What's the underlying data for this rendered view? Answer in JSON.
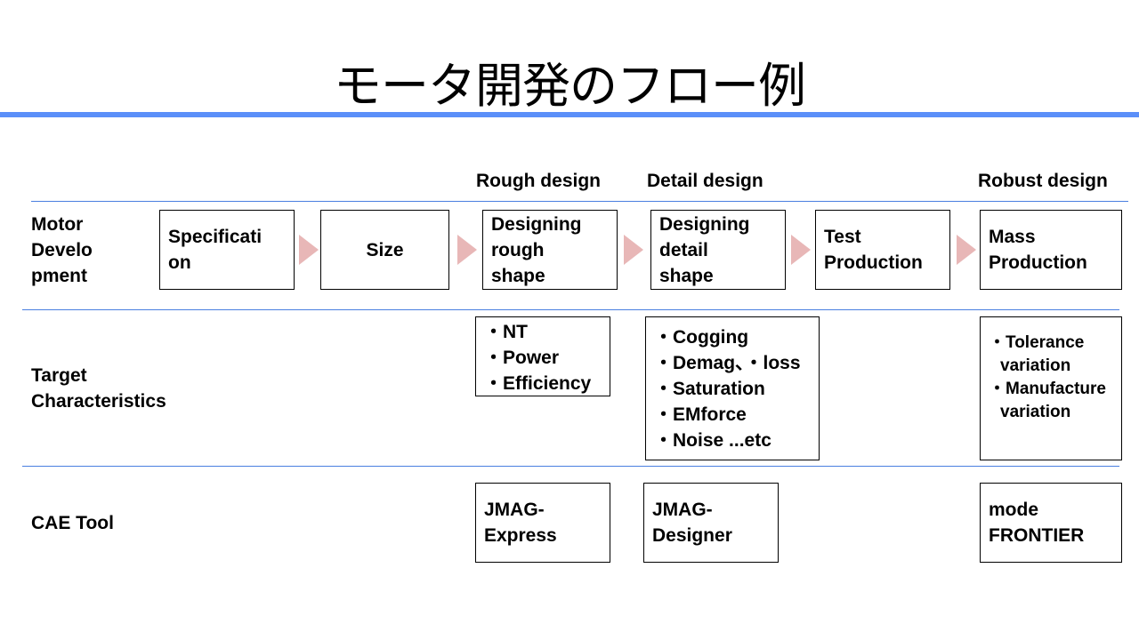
{
  "title": "モータ開発のフロー例",
  "stages": {
    "rough": "Rough design",
    "detail": "Detail design",
    "robust": "Robust design"
  },
  "rows": {
    "motor_development": [
      "Motor",
      "Develo",
      "pment"
    ],
    "target_characteristics": [
      "Target",
      "Characteristics"
    ],
    "cae_tool": "CAE Tool"
  },
  "flow": [
    [
      "Specificati",
      "on"
    ],
    [
      "Size"
    ],
    [
      "Designing",
      "rough",
      "shape"
    ],
    [
      "Designing",
      "detail",
      "shape"
    ],
    [
      "Test",
      "Production"
    ],
    [
      "Mass",
      "Production"
    ]
  ],
  "characteristics": {
    "rough": [
      "・NT",
      "・Power",
      "・Efficiency"
    ],
    "detail": [
      "・Cogging",
      "・Demag、・loss",
      "・Saturation",
      "・EMforce",
      "・Noise ...etc"
    ],
    "robust": [
      "・Tolerance variation",
      "・Manufacture variation"
    ]
  },
  "tools": {
    "rough": [
      "JMAG-",
      "Express"
    ],
    "detail": [
      "JMAG-",
      "Designer"
    ],
    "robust": [
      "mode",
      "FRONTIER"
    ]
  },
  "colors": {
    "title_bar": "#5b8ff9",
    "divider": "#4a7fe0",
    "arrow": "#e8b7b7"
  }
}
